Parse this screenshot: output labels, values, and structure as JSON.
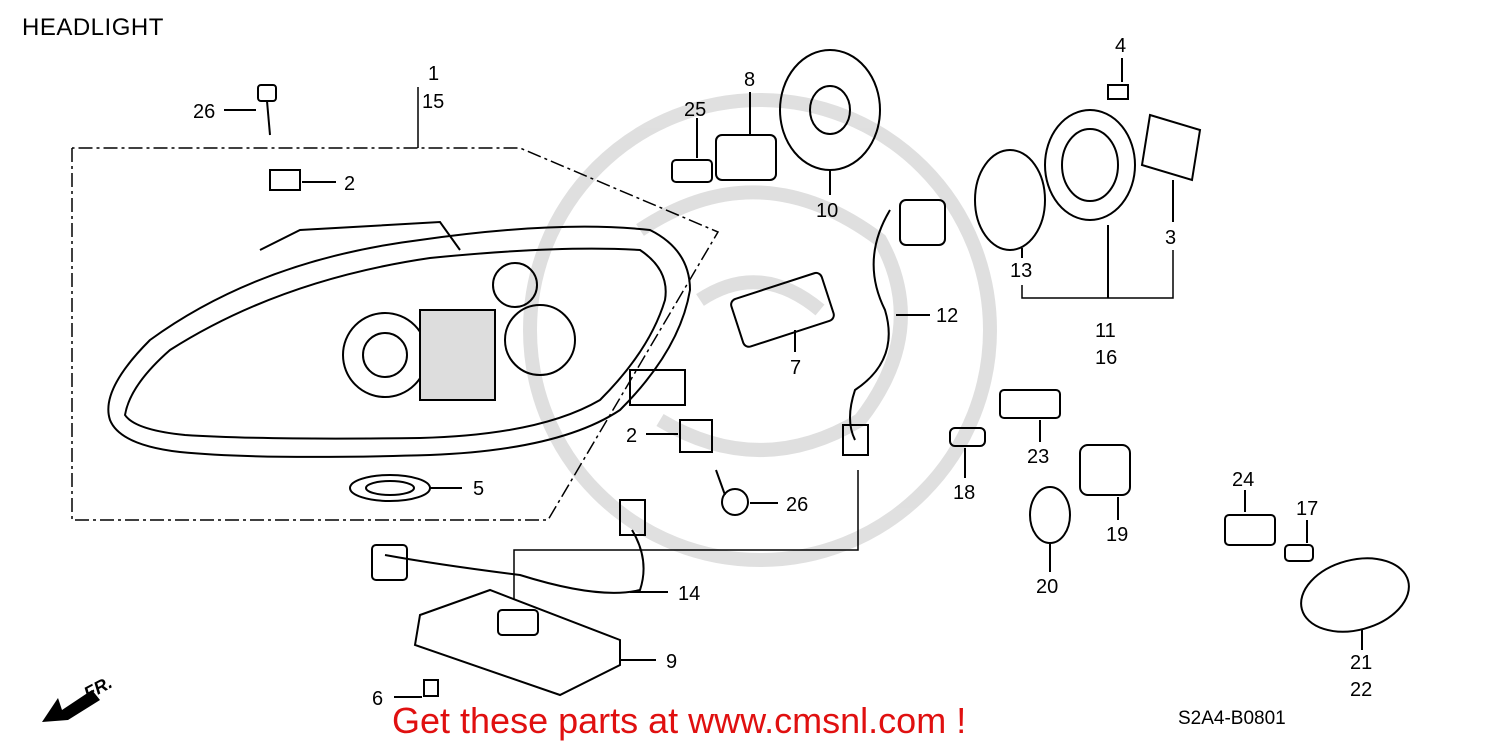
{
  "title": "HEADLIGHT",
  "diagram_code": "S2A4-B0801",
  "promo_text": "Get these parts at www.cmsnl.com !",
  "direction_label": "FR.",
  "colors": {
    "promo": "#e01010",
    "line": "#000000",
    "watermark": "#d8d8d8"
  },
  "labels": {
    "l1": "1",
    "l15": "15",
    "l26a": "26",
    "l2a": "2",
    "l2b": "2",
    "l5": "5",
    "l26b": "26",
    "l25": "25",
    "l8": "8",
    "l10": "10",
    "l7": "7",
    "l12": "12",
    "l4": "4",
    "l3": "3",
    "l13": "13",
    "l11": "11",
    "l16": "16",
    "l23": "23",
    "l18": "18",
    "l19": "19",
    "l20": "20",
    "l24": "24",
    "l17": "17",
    "l21": "21",
    "l22": "22",
    "l14": "14",
    "l9": "9",
    "l6": "6"
  }
}
